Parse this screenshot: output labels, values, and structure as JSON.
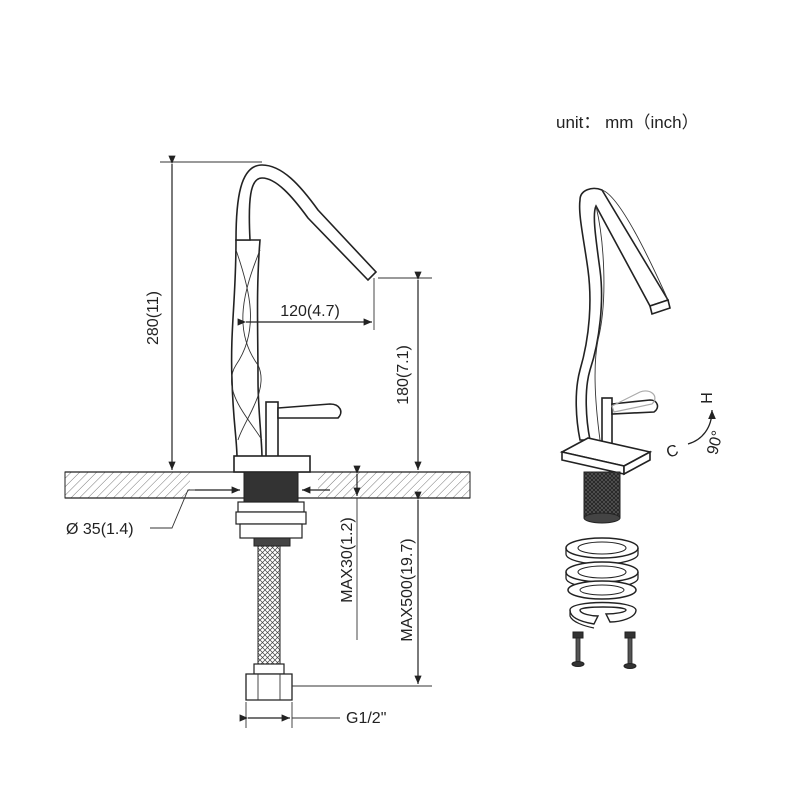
{
  "unit_note": "unit： mm（inch）",
  "dimensions": {
    "height_total": "280(11)",
    "reach": "120(4.7)",
    "spout_height": "180(7.1)",
    "hole_diameter": "Ø 35(1.4)",
    "max_thickness": "MAX30(1.2)",
    "hose_length": "MAX500(19.7)",
    "thread": "G1/2\""
  },
  "rotation": {
    "hot": "H",
    "cold": "C",
    "angle": "90°"
  }
}
